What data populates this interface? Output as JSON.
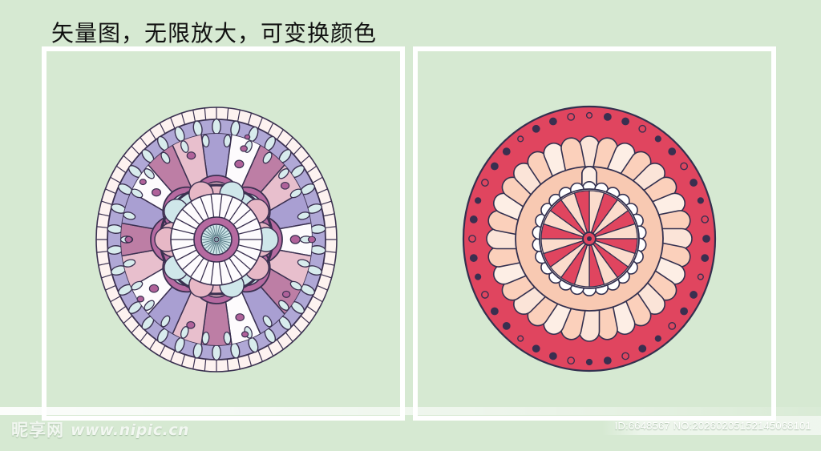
{
  "page": {
    "background_color": "#d6e9d2",
    "frame_color": "#ffffff",
    "title": "矢量图，无限放大，可变换颜色"
  },
  "panels": [
    {
      "name": "left-panel",
      "artwork": "purple-mandala"
    },
    {
      "name": "right-panel",
      "artwork": "red-mandala"
    }
  ],
  "artwork": {
    "left": {
      "label": "purple-mandala",
      "colors": {
        "outline": "#3a3050",
        "rim_light": "#fdf2f0",
        "ring_lilac": "#b0a8d6",
        "ring_oval": "#d8eced",
        "spoke_violet": "#a99fd2",
        "spoke_mauve": "#bd7ea5",
        "spoke_pink": "#e8bfcd",
        "spoke_white": "#fdfbfd",
        "petal_outer": "#b56aa0",
        "petal_mid": "#e7b8c6",
        "petal_blue": "#cfe7ea",
        "core_ring": "#b56aa0",
        "core_center": "#cfe7ea",
        "dot": "#b0629a"
      }
    },
    "right": {
      "label": "red-mandala",
      "colors": {
        "outline": "#33304f",
        "ring_red": "#e0455f",
        "ring_dot": "#3a2f50",
        "petal_cream": "#fbe4d8",
        "petal_peach": "#fbd0bb",
        "petal_light": "#fdeee5",
        "inner_band": "#f8c9b2",
        "scallop_white": "#ffffff",
        "wedge_red": "#e0455f",
        "wedge_light": "#fbdccc",
        "core_dot": "#c23a52"
      }
    }
  },
  "watermark": {
    "logo_text": "昵享网",
    "url_text": "www.nipic.cn"
  },
  "footer": {
    "id_text": "ID:6648567 NO:20260205152145068101"
  }
}
